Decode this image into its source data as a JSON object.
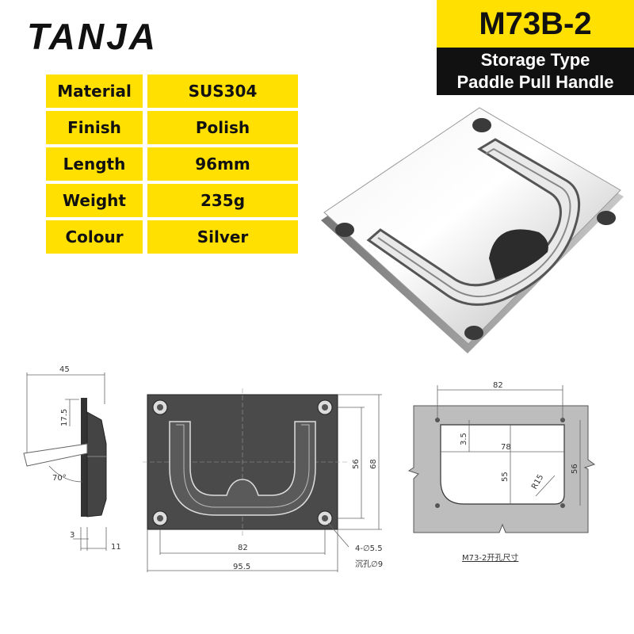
{
  "brand": {
    "logo": "TANJA"
  },
  "product": {
    "model": "M73B-2",
    "type_line1": "Storage Type",
    "type_line2": "Paddle Pull Handle"
  },
  "specs": [
    {
      "label": "Material",
      "value": "SUS304"
    },
    {
      "label": "Finish",
      "value": "Polish"
    },
    {
      "label": "Length",
      "value": "96mm"
    },
    {
      "label": "Weight",
      "value": "235g"
    },
    {
      "label": "Colour",
      "value": "Silver"
    }
  ],
  "side_view": {
    "dim_width": "45",
    "dim_offset": "17.5",
    "dim_angle": "70°",
    "dim_thickness": "3",
    "dim_depth": "11"
  },
  "front_view": {
    "dim_hole_spacing_h": "82",
    "dim_total_width": "95.5",
    "dim_hole_spacing_v": "56",
    "dim_total_height": "68",
    "note_holes": "4-∅5.5",
    "note_countersink": "沉孔∅9"
  },
  "cutout_view": {
    "dim_hole_spacing_h": "82",
    "dim_opening_width": "78",
    "dim_top_offset": "3.5",
    "dim_opening_height": "55",
    "dim_hole_spacing_v": "56",
    "dim_radius": "R15",
    "caption": "M73-2开孔尺寸"
  },
  "colors": {
    "accent_yellow": "#ffe000",
    "dark": "#111111",
    "drawing_fill": "#4a4a4a",
    "cutout_fill": "#bdbdbd"
  }
}
